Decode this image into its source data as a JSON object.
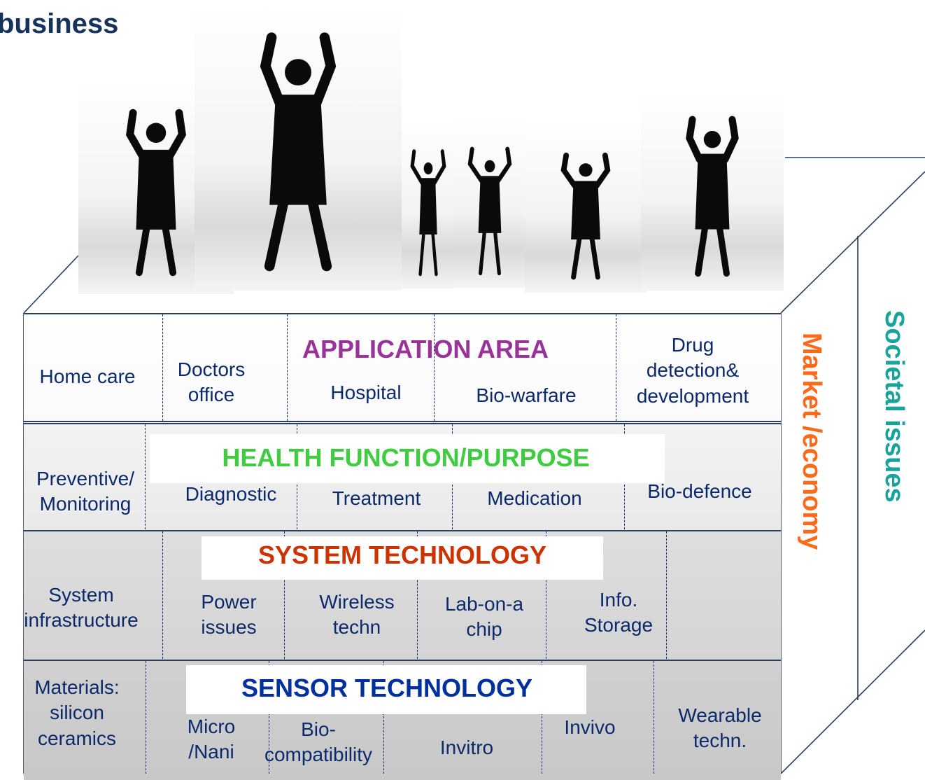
{
  "title": "business",
  "colors": {
    "title": "#16335e",
    "application": "#993399",
    "health": "#40cc40",
    "system": "#cc3300",
    "sensor": "#002f9e",
    "market": "#ff6a1a",
    "societal": "#1aa39a",
    "cell_text": "#0b2a6b",
    "frame": "#2a3e5e"
  },
  "layers": {
    "application": {
      "heading": "APPLICATION AREA",
      "cells": [
        "Home care",
        "Doctors\noffice",
        "Hospital",
        "Bio-warfare",
        "Drug\ndetection&\ndevelopment"
      ]
    },
    "health": {
      "heading": "HEALTH FUNCTION/PURPOSE",
      "cells": [
        "Preventive/\nMonitoring",
        "Diagnostic",
        "Treatment",
        "Medication",
        "Bio-defence"
      ]
    },
    "system": {
      "heading": "SYSTEM TECHNOLOGY",
      "cells": [
        "System\ninfrastructure",
        "Power\nissues",
        "Wireless\ntechn",
        "Lab-on-a\nchip",
        "Info.\nStorage"
      ]
    },
    "sensor": {
      "heading": "SENSOR TECHNOLOGY",
      "cells": [
        "Materials:\nsilicon\nceramics",
        "Micro\n/Nani",
        "Bio-\ncompatibility",
        "Invitro",
        "Invivo",
        "Wearable\ntechn."
      ]
    }
  },
  "side_labels": {
    "market": "Market /economy",
    "societal": "Societal issues"
  },
  "figures": [
    "person-silhouette",
    "person-silhouette",
    "person-silhouette",
    "person-silhouette",
    "person-silhouette",
    "person-silhouette"
  ]
}
